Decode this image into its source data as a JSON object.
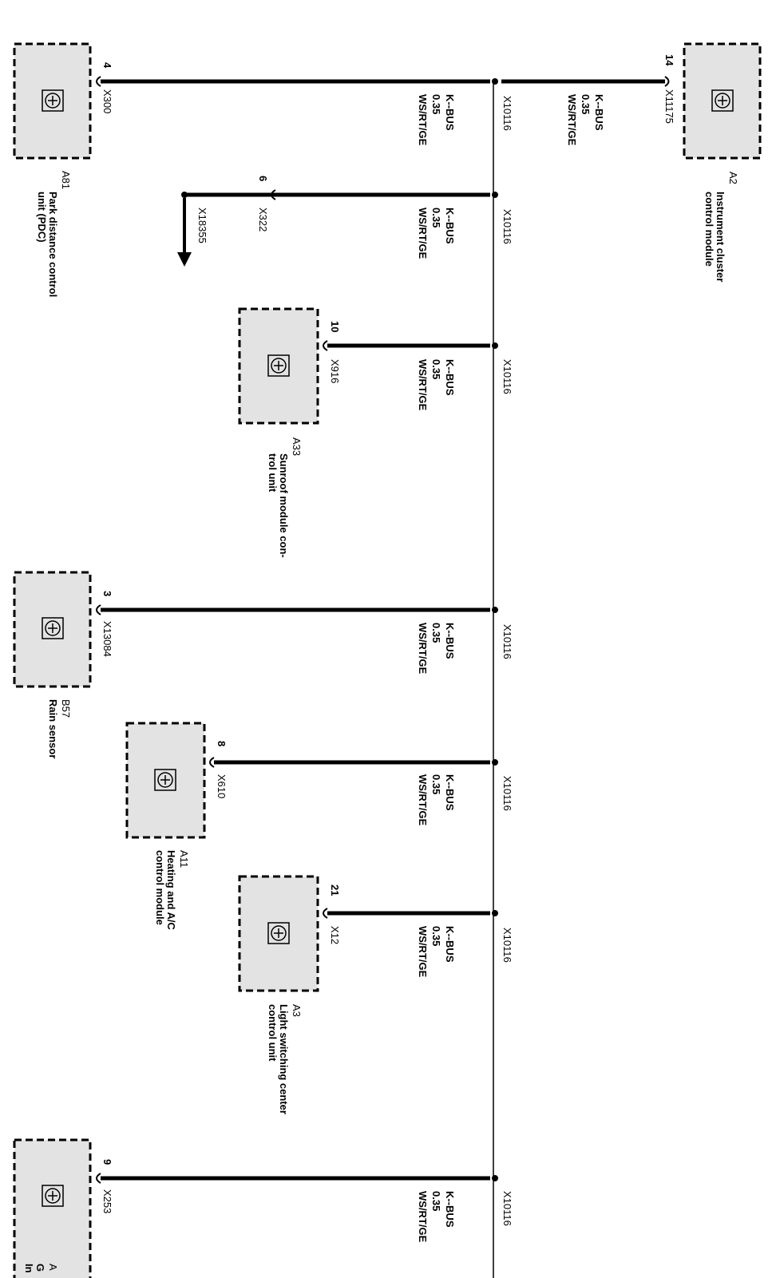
{
  "bus_label": "K--BUS",
  "wire_size": "0.35",
  "wire_color": "WS/RT/GE",
  "splice": "X10116",
  "components": {
    "a2": {
      "id": "A2",
      "name": "Instrument cluster\ncontrol module",
      "connector": "X11175",
      "pin": "14"
    },
    "a81": {
      "id": "A81",
      "name": "Park distance control\nunit (PDC)",
      "connector": "X300",
      "pin": "4"
    },
    "a33": {
      "id": "A33",
      "name": "Sunroof module con-\ntrol unit",
      "connector": "X916",
      "pin": "10"
    },
    "b57": {
      "id": "B57",
      "name": "Rain sensor",
      "connector": "X13084",
      "pin": "3"
    },
    "a11": {
      "id": "A11",
      "name": "Heating and A/C\ncontrol module",
      "connector": "X610",
      "pin": "8"
    },
    "a3": {
      "id": "A3",
      "name": "Light switching center\ncontrol unit",
      "connector": "X12",
      "pin": "21"
    },
    "bottom": {
      "id": "A",
      "name": "G\nIn",
      "connector": "X253",
      "pin": "9"
    }
  },
  "branch_x322": {
    "connector": "X322",
    "pin": "6",
    "continues_to": "X18355"
  }
}
